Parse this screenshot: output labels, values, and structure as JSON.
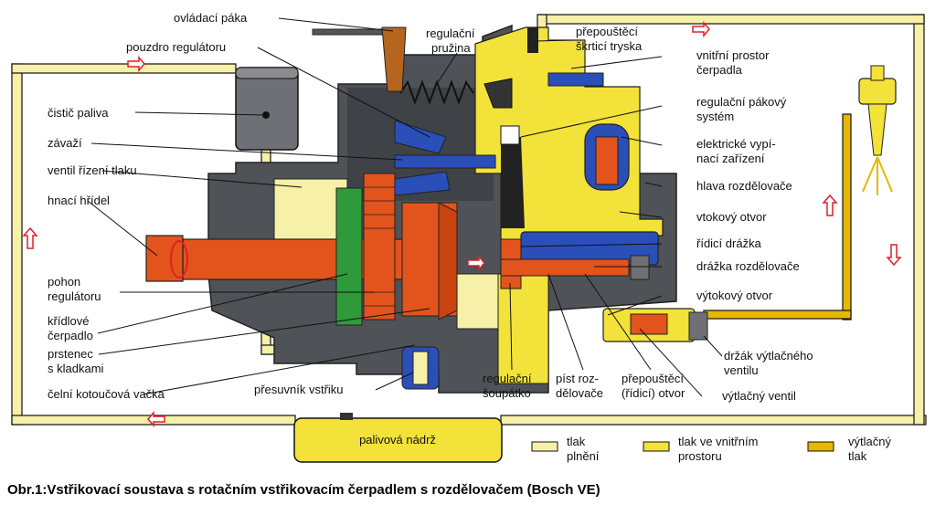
{
  "caption": "Obr.1:Vstřikovací soustava s rotačním vstřikovacím čerpadlem s rozdělovačem (Bosch VE)",
  "tank_label": "palivová nádrž",
  "labels": {
    "ovladaci_paka": "ovládací páka",
    "regulacni_pruzina": [
      "regulační",
      "pružina"
    ],
    "prepousteci_skrtici_tryska": [
      "přepouštěcí",
      "škrticí tryska"
    ],
    "pouzdro_regulatoru": "pouzdro regulátoru",
    "vnitrni_prostor_cerpadla": [
      "vnitřní prostor",
      "čerpadla"
    ],
    "cistic_paliva": "čistič paliva",
    "regulacni_pakovy_system": [
      "regulační pákový",
      "systém"
    ],
    "zavazi": "závaží",
    "elektricke_vypinaci_zarizeni": [
      "elektrické vypí-",
      "nací zařízení"
    ],
    "ventil_rizeni_tlaku": "ventil řízení tlaku",
    "hlava_rozdelovace": "hlava rozdělovače",
    "hnaci_hridel": "hnací hřídel",
    "vtokovy_otvor": "vtokový otvor",
    "ridici_drazka": "řídicí drážka",
    "drazka_rozdelovace": "drážka rozdělovače",
    "pohon_regulatoru": [
      "pohon",
      "regulátoru"
    ],
    "vytokovy_otvor": "výtokový otvor",
    "kridlove_cerpadlo": [
      "křídlové",
      "čerpadlo"
    ],
    "prstenec_s_kladkami": [
      "prstenec",
      "s kladkami"
    ],
    "drzak_vytlacneho_ventilu": [
      "držák výtlačného",
      "ventilu"
    ],
    "celni_kotoucova_vacka": "čelní kotoučová vačka",
    "presuvnik_vstriku": "přesuvník vstřiku",
    "regulacni_soupatko": [
      "regulační",
      "šoupátko"
    ],
    "pist_rozdelovace": [
      "píst roz-",
      "dělovače"
    ],
    "prepousteci_ridici_otvor": [
      "přepouštěcí",
      "(řídicí) otvor"
    ],
    "vytlacny_ventil": "výtlačný ventil"
  },
  "legend": [
    {
      "lines": [
        "tlak",
        "plnění"
      ],
      "color": "#f6f0a8"
    },
    {
      "lines": [
        "tlak ve vnitřním",
        "prostoru"
      ],
      "color": "#f2e23a"
    },
    {
      "lines": [
        "výtlačný",
        "tlak"
      ],
      "color": "#e6b800"
    }
  ],
  "colors": {
    "housing": "#4f5257",
    "yellow_pressure": "#f2e23a",
    "pale_pressure": "#f6f0a8",
    "delivery_pressure": "#e6b800",
    "orange_parts": "#e2541b",
    "blue_parts": "#2a4fb8",
    "green_parts": "#2f9a3a",
    "flow_arrow": "#e01e2a"
  }
}
